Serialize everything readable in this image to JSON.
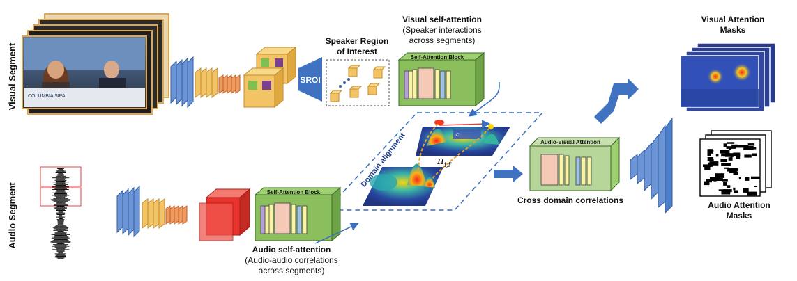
{
  "labels": {
    "visual_segment": "Visual Segment",
    "audio_segment": "Audio Segment",
    "speaker_region_line1": "Speaker Region",
    "speaker_region_line2": "of Interest",
    "sroi": "SROI",
    "visual_self_attention_title": "Visual self-attention",
    "visual_self_attention_sub1": "(Speaker interactions",
    "visual_self_attention_sub2": "across segments)",
    "self_attention_block_visual": "Self-Attention Block",
    "self_attention_block_audio": "Self-Attention Block",
    "domain_alignment": "Domain alignment",
    "pi_symbol": "π",
    "pi_subscript": "i,i'",
    "c_label": "c",
    "audio_visual_attention": "Audio-Visual Attention",
    "cross_domain": "Cross domain correlations",
    "visual_masks_line1": "Visual Attention",
    "visual_masks_line2": "Masks",
    "audio_masks_line1": "Audio Attention",
    "audio_masks_line2": "Masks",
    "audio_self_attention_title": "Audio self-attention",
    "audio_self_attention_sub1": "(Audio-audio correlations",
    "audio_self_attention_sub2": "across segments)",
    "video_caption": "COLUMBIA SIPA"
  },
  "colors": {
    "blue": "#4a7cc7",
    "orange": "#f0a868",
    "yellow": "#f3c465",
    "green_block": "#8bbf5e",
    "red_cube": "#e8342d",
    "dashed": "#3a6fc0"
  }
}
